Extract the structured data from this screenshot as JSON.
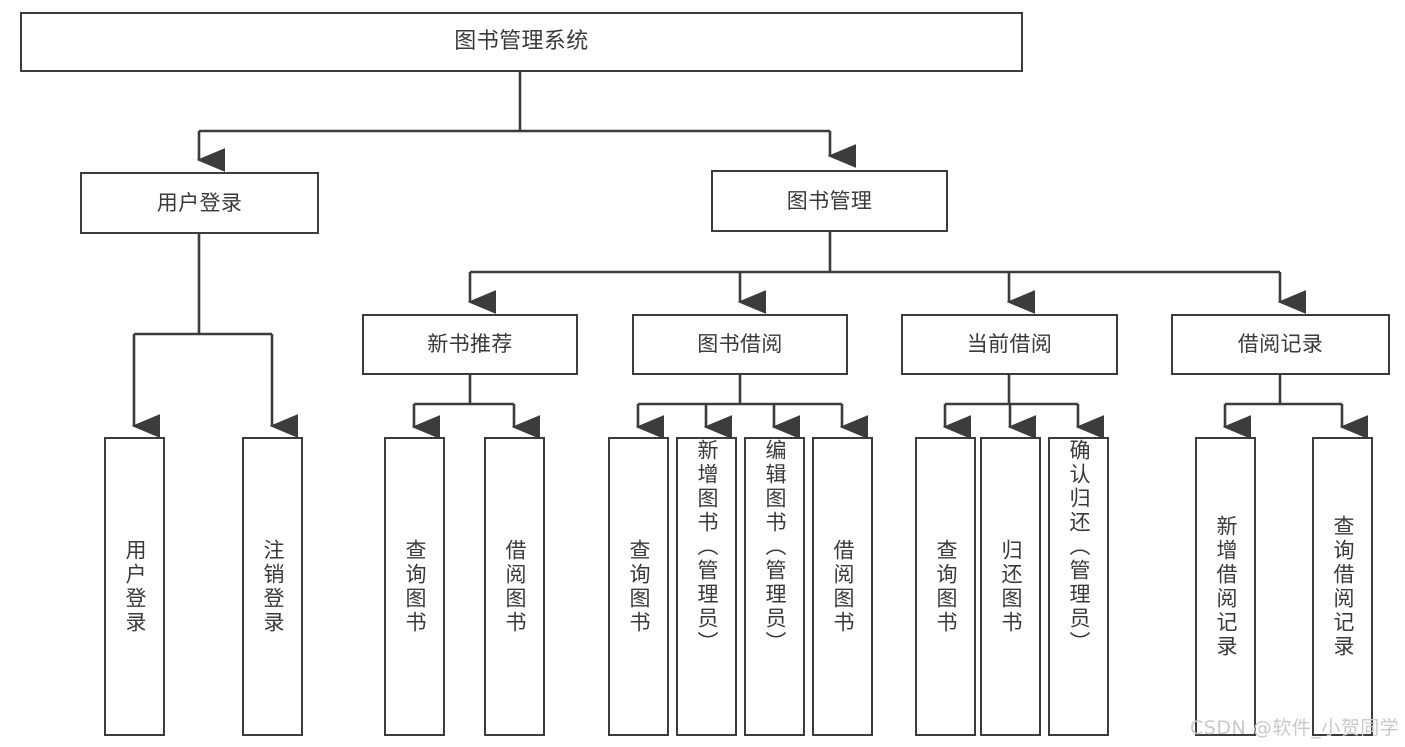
{
  "diagram": {
    "title": "图书管理系统",
    "type": "tree-hierarchy",
    "watermark": "CSDN @软件_小贺同学",
    "colors": {
      "box_border": "#3c3c3c",
      "box_fill": "#ffffff",
      "text": "#3a3a3a",
      "connector": "#3c3c3c",
      "watermark": "#c9c9c9",
      "background": "#ffffff"
    },
    "nodes": {
      "root": {
        "label": "图书管理系统"
      },
      "level1": [
        {
          "id": "user-login",
          "label": "用户登录"
        },
        {
          "id": "book-management",
          "label": "图书管理"
        }
      ],
      "level2": [
        {
          "id": "new-book-recommend",
          "label": "新书推荐"
        },
        {
          "id": "book-borrow",
          "label": "图书借阅"
        },
        {
          "id": "current-borrow",
          "label": "当前借阅"
        },
        {
          "id": "borrow-record",
          "label": "借阅记录"
        }
      ],
      "leaves": {
        "user-login": [
          {
            "id": "leaf-user-login",
            "label": "用户登录"
          },
          {
            "id": "leaf-logout-login",
            "label": "注销登录"
          }
        ],
        "new-book-recommend": [
          {
            "id": "leaf-query-book-1",
            "label": "查询图书"
          },
          {
            "id": "leaf-borrow-book-1",
            "label": "借阅图书"
          }
        ],
        "book-borrow": [
          {
            "id": "leaf-query-book-2",
            "label": "查询图书"
          },
          {
            "id": "leaf-add-book",
            "label": "新增图书（管理员）"
          },
          {
            "id": "leaf-edit-book",
            "label": "编辑图书（管理员）"
          },
          {
            "id": "leaf-borrow-book-2",
            "label": "借阅图书"
          }
        ],
        "current-borrow": [
          {
            "id": "leaf-query-book-3",
            "label": "查询图书"
          },
          {
            "id": "leaf-return-book",
            "label": "归还图书"
          },
          {
            "id": "leaf-confirm-return",
            "label": "确认归还（管理员）"
          }
        ],
        "borrow-record": [
          {
            "id": "leaf-add-record",
            "label": "新增借阅记录"
          },
          {
            "id": "leaf-query-record",
            "label": "查询借阅记录"
          }
        ]
      }
    }
  }
}
